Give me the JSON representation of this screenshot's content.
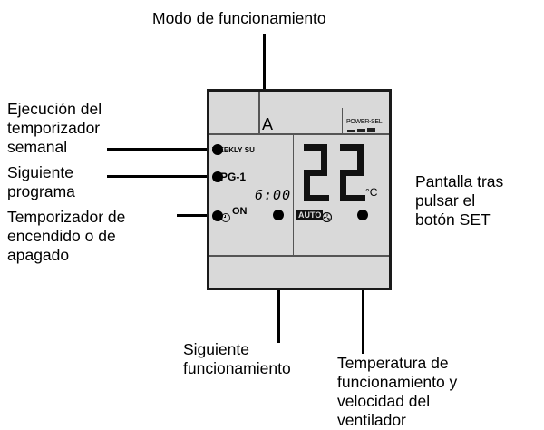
{
  "labels": {
    "operation_mode": "Modo de funcionamiento",
    "weekly_timer": "Ejecución del\ntemporizador\nsemanal",
    "next_program": "Siguiente\nprograma",
    "on_off_timer": "Temporizador de\nencendido o de\napagado",
    "after_set": "Pantalla tras\npulsar el\nbotón SET",
    "next_operation": "Siguiente\nfuncionamiento",
    "temp_fan": "Temperatura de\nfuncionamiento y\nvelocidad del\nventilador"
  },
  "display": {
    "mode": "A",
    "power_sel": "POWER-SEL",
    "weekly": "WEEKLY",
    "day": "SU",
    "program": "PG-1",
    "time": "6:00",
    "on": "ON",
    "temperature": "22",
    "unit": "°C",
    "fan_mode": "AUTO"
  }
}
